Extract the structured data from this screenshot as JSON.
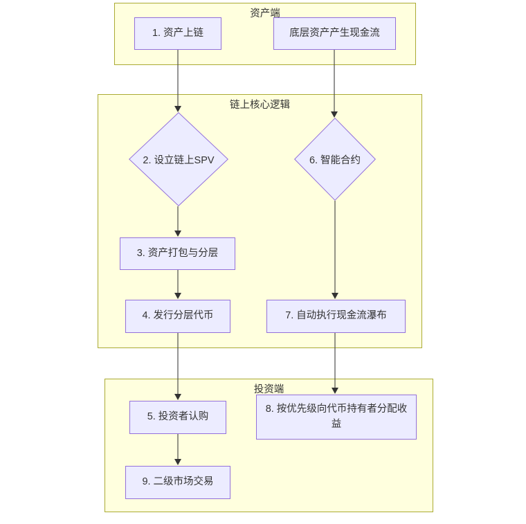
{
  "diagram": {
    "type": "flowchart",
    "groups": {
      "asset": {
        "label": "资产端"
      },
      "core": {
        "label": "链上核心逻辑"
      },
      "investor": {
        "label": "投资端"
      }
    },
    "nodes": {
      "n1": {
        "label": "1. 资产上链"
      },
      "cash": {
        "label": "底层资产产生现金流"
      },
      "d2": {
        "label": "2. 设立链上SPV"
      },
      "d6": {
        "label": "6. 智能合约"
      },
      "n3": {
        "label": "3. 资产打包与分层"
      },
      "n4": {
        "label": "4. 发行分层代币"
      },
      "n7": {
        "label": "7. 自动执行现金流瀑布"
      },
      "n5": {
        "label": "5. 投资者认购"
      },
      "n8": {
        "label": "8. 按优先级向代币持有者分配收益"
      },
      "n9": {
        "label": "9. 二级市场交易"
      }
    },
    "edges": [
      {
        "from": "n1",
        "to": "d2"
      },
      {
        "from": "cash",
        "to": "d6"
      },
      {
        "from": "d2",
        "to": "n3"
      },
      {
        "from": "n3",
        "to": "n4"
      },
      {
        "from": "d6",
        "to": "n7"
      },
      {
        "from": "n4",
        "to": "n5"
      },
      {
        "from": "n7",
        "to": "n8"
      },
      {
        "from": "n5",
        "to": "n9"
      }
    ],
    "colors": {
      "group_fill": "#ffffde",
      "group_border": "#aaaa33",
      "node_fill": "#ECECFF",
      "node_border": "#9370DB",
      "edge": "#4d4d4d",
      "arrowhead": "#333333",
      "text": "#333333"
    }
  }
}
